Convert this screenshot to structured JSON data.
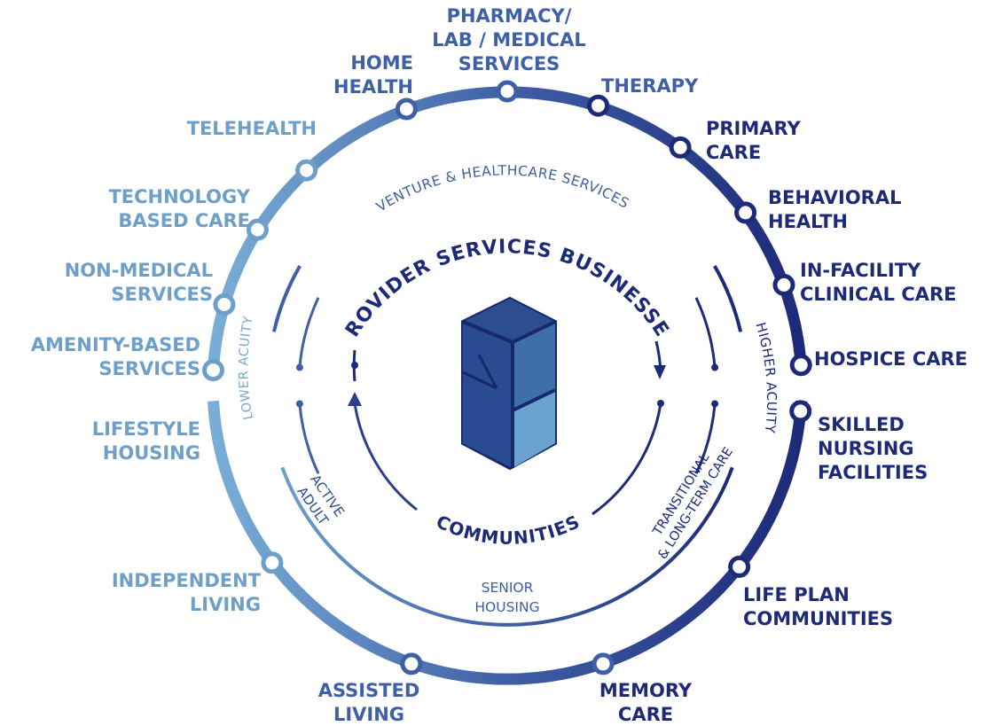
{
  "colors": {
    "light": "#6e9fc9",
    "mid": "#3f5fa6",
    "dark": "#1d2a78",
    "logo_dark": "#2c4d8f",
    "logo_mid": "#3c6aa8",
    "logo_light": "#5f97c7"
  },
  "left_labels": [
    {
      "lines": [
        "TELEHEALTH"
      ]
    },
    {
      "lines": [
        "TECHNOLOGY",
        "BASED CARE"
      ]
    },
    {
      "lines": [
        "NON-MEDICAL",
        "SERVICES"
      ]
    },
    {
      "lines": [
        "AMENITY-BASED",
        "SERVICES"
      ]
    },
    {
      "lines": [
        "LIFESTYLE",
        "HOUSING"
      ]
    },
    {
      "lines": [
        "INDEPENDENT",
        "LIVING"
      ]
    }
  ],
  "top_labels": [
    {
      "lines": [
        "HOME",
        "HEALTH"
      ]
    },
    {
      "lines": [
        "PHARMACY/",
        "LAB / MEDICAL",
        "SERVICES"
      ]
    },
    {
      "lines": [
        "THERAPY"
      ]
    }
  ],
  "right_labels": [
    {
      "lines": [
        "PRIMARY",
        "CARE"
      ]
    },
    {
      "lines": [
        "BEHAVIORAL",
        "HEALTH"
      ]
    },
    {
      "lines": [
        "IN-FACILITY",
        "CLINICAL CARE"
      ]
    },
    {
      "lines": [
        "HOSPICE CARE"
      ]
    },
    {
      "lines": [
        "SKILLED",
        "NURSING",
        "FACILITIES"
      ]
    },
    {
      "lines": [
        "LIFE PLAN",
        "COMMUNITIES"
      ]
    }
  ],
  "bottom_labels": [
    {
      "lines": [
        "ASSISTED",
        "LIVING"
      ]
    },
    {
      "lines": [
        "MEMORY",
        "CARE"
      ]
    }
  ],
  "arc_labels": {
    "venture": "VENTURE & HEALTHCARE SERVICES",
    "provider": "PROVIDER SERVICES BUSINESSES",
    "lower_acuity": "LOWER ACUITY",
    "higher_acuity": "HIGHER ACUITY",
    "active_adult": [
      "ACTIVE",
      "ADULT"
    ],
    "communities": "COMMUNITIES",
    "transitional": [
      "TRANSITIONAL",
      "& LONG-TERM CARE"
    ],
    "senior_housing": [
      "SENIOR",
      "HOUSING"
    ]
  }
}
